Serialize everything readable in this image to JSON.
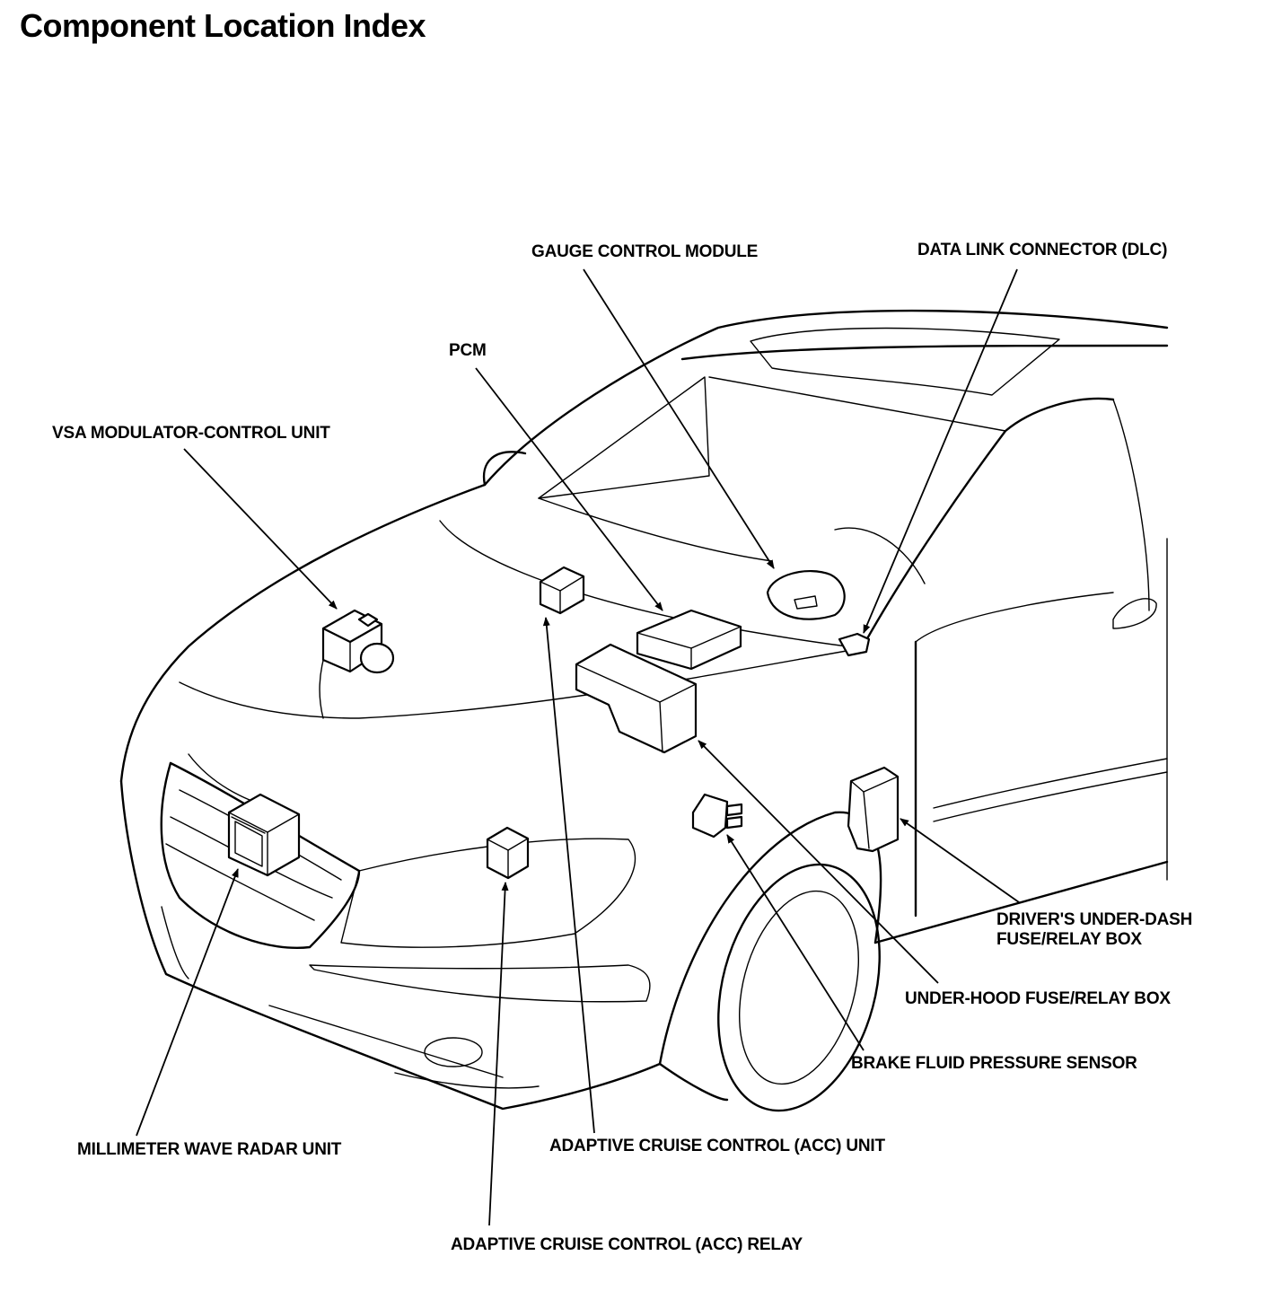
{
  "title": "Component Location Index",
  "labels": {
    "gauge_control_module": "GAUGE CONTROL MODULE",
    "data_link_connector": "DATA LINK CONNECTOR (DLC)",
    "pcm": "PCM",
    "vsa_modulator": "VSA MODULATOR-CONTROL UNIT",
    "drivers_fuse_box_line1": "DRIVER'S UNDER-DASH",
    "drivers_fuse_box_line2": "FUSE/RELAY BOX",
    "under_hood_fuse_box": "UNDER-HOOD FUSE/RELAY BOX",
    "brake_fluid_sensor": "BRAKE FLUID PRESSURE SENSOR",
    "radar_unit": "MILLIMETER WAVE RADAR UNIT",
    "acc_unit": "ADAPTIVE CRUISE CONTROL (ACC) UNIT",
    "acc_relay": "ADAPTIVE CRUISE CONTROL (ACC) RELAY"
  }
}
